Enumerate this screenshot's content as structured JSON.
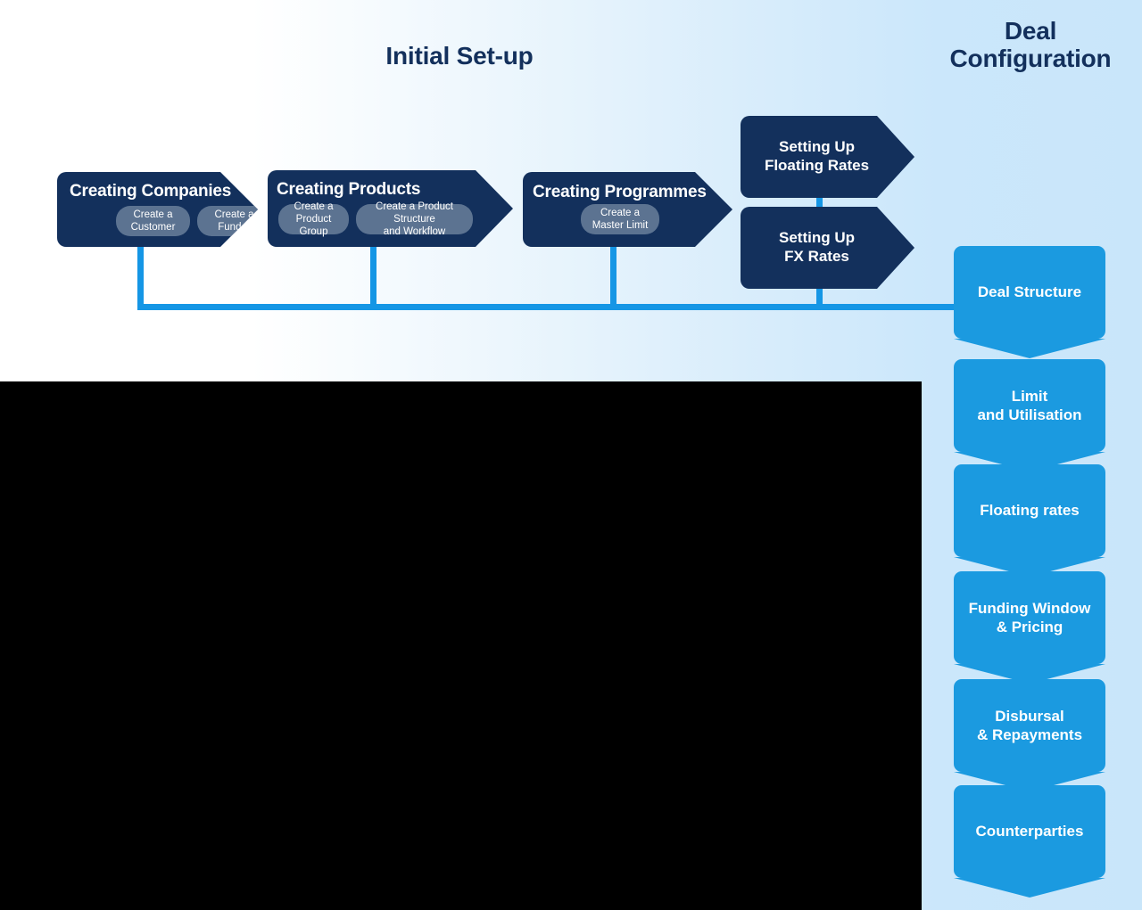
{
  "headings": {
    "initial_setup": "Initial Set-up",
    "deal_configuration": "Deal\nConfiguration",
    "deal_configuration_line1": "Deal",
    "deal_configuration_line2": "Configuration"
  },
  "colors": {
    "dark_navy": "#13305c",
    "accent_blue": "#1596e5",
    "card_blue": "#1b9ae0",
    "pill_slate": "#5c7391",
    "background_left": "#ffffff",
    "background_right": "#c9e6fa",
    "overlay_black": "#000000"
  },
  "initial_setup": {
    "stages": [
      {
        "title": "Creating Companies",
        "pills": [
          {
            "line1": "Create a",
            "line2": "Customer"
          },
          {
            "line1": "Create a",
            "line2": "Funder"
          }
        ]
      },
      {
        "title": "Creating Products",
        "pills": [
          {
            "line1": "Create a",
            "line2": "Product Group"
          },
          {
            "line1": "Create a Product Structure",
            "line2": "and Workflow"
          }
        ]
      },
      {
        "title": "Creating Programmes",
        "pills": [
          {
            "line1": "Create a",
            "line2": "Master Limit"
          }
        ]
      }
    ],
    "rate_stages": [
      {
        "line1": "Setting Up",
        "line2": "Floating Rates"
      },
      {
        "line1": "Setting Up",
        "line2": "FX Rates"
      }
    ]
  },
  "deal_configuration": {
    "cards": [
      {
        "line1": "Deal Structure",
        "line2": ""
      },
      {
        "line1": "Limit",
        "line2": "and Utilisation"
      },
      {
        "line1": "Floating rates",
        "line2": ""
      },
      {
        "line1": "Funding Window",
        "line2": "& Pricing"
      },
      {
        "line1": "Disbursal",
        "line2": "& Repayments"
      },
      {
        "line1": "Counterparties",
        "line2": ""
      }
    ]
  }
}
